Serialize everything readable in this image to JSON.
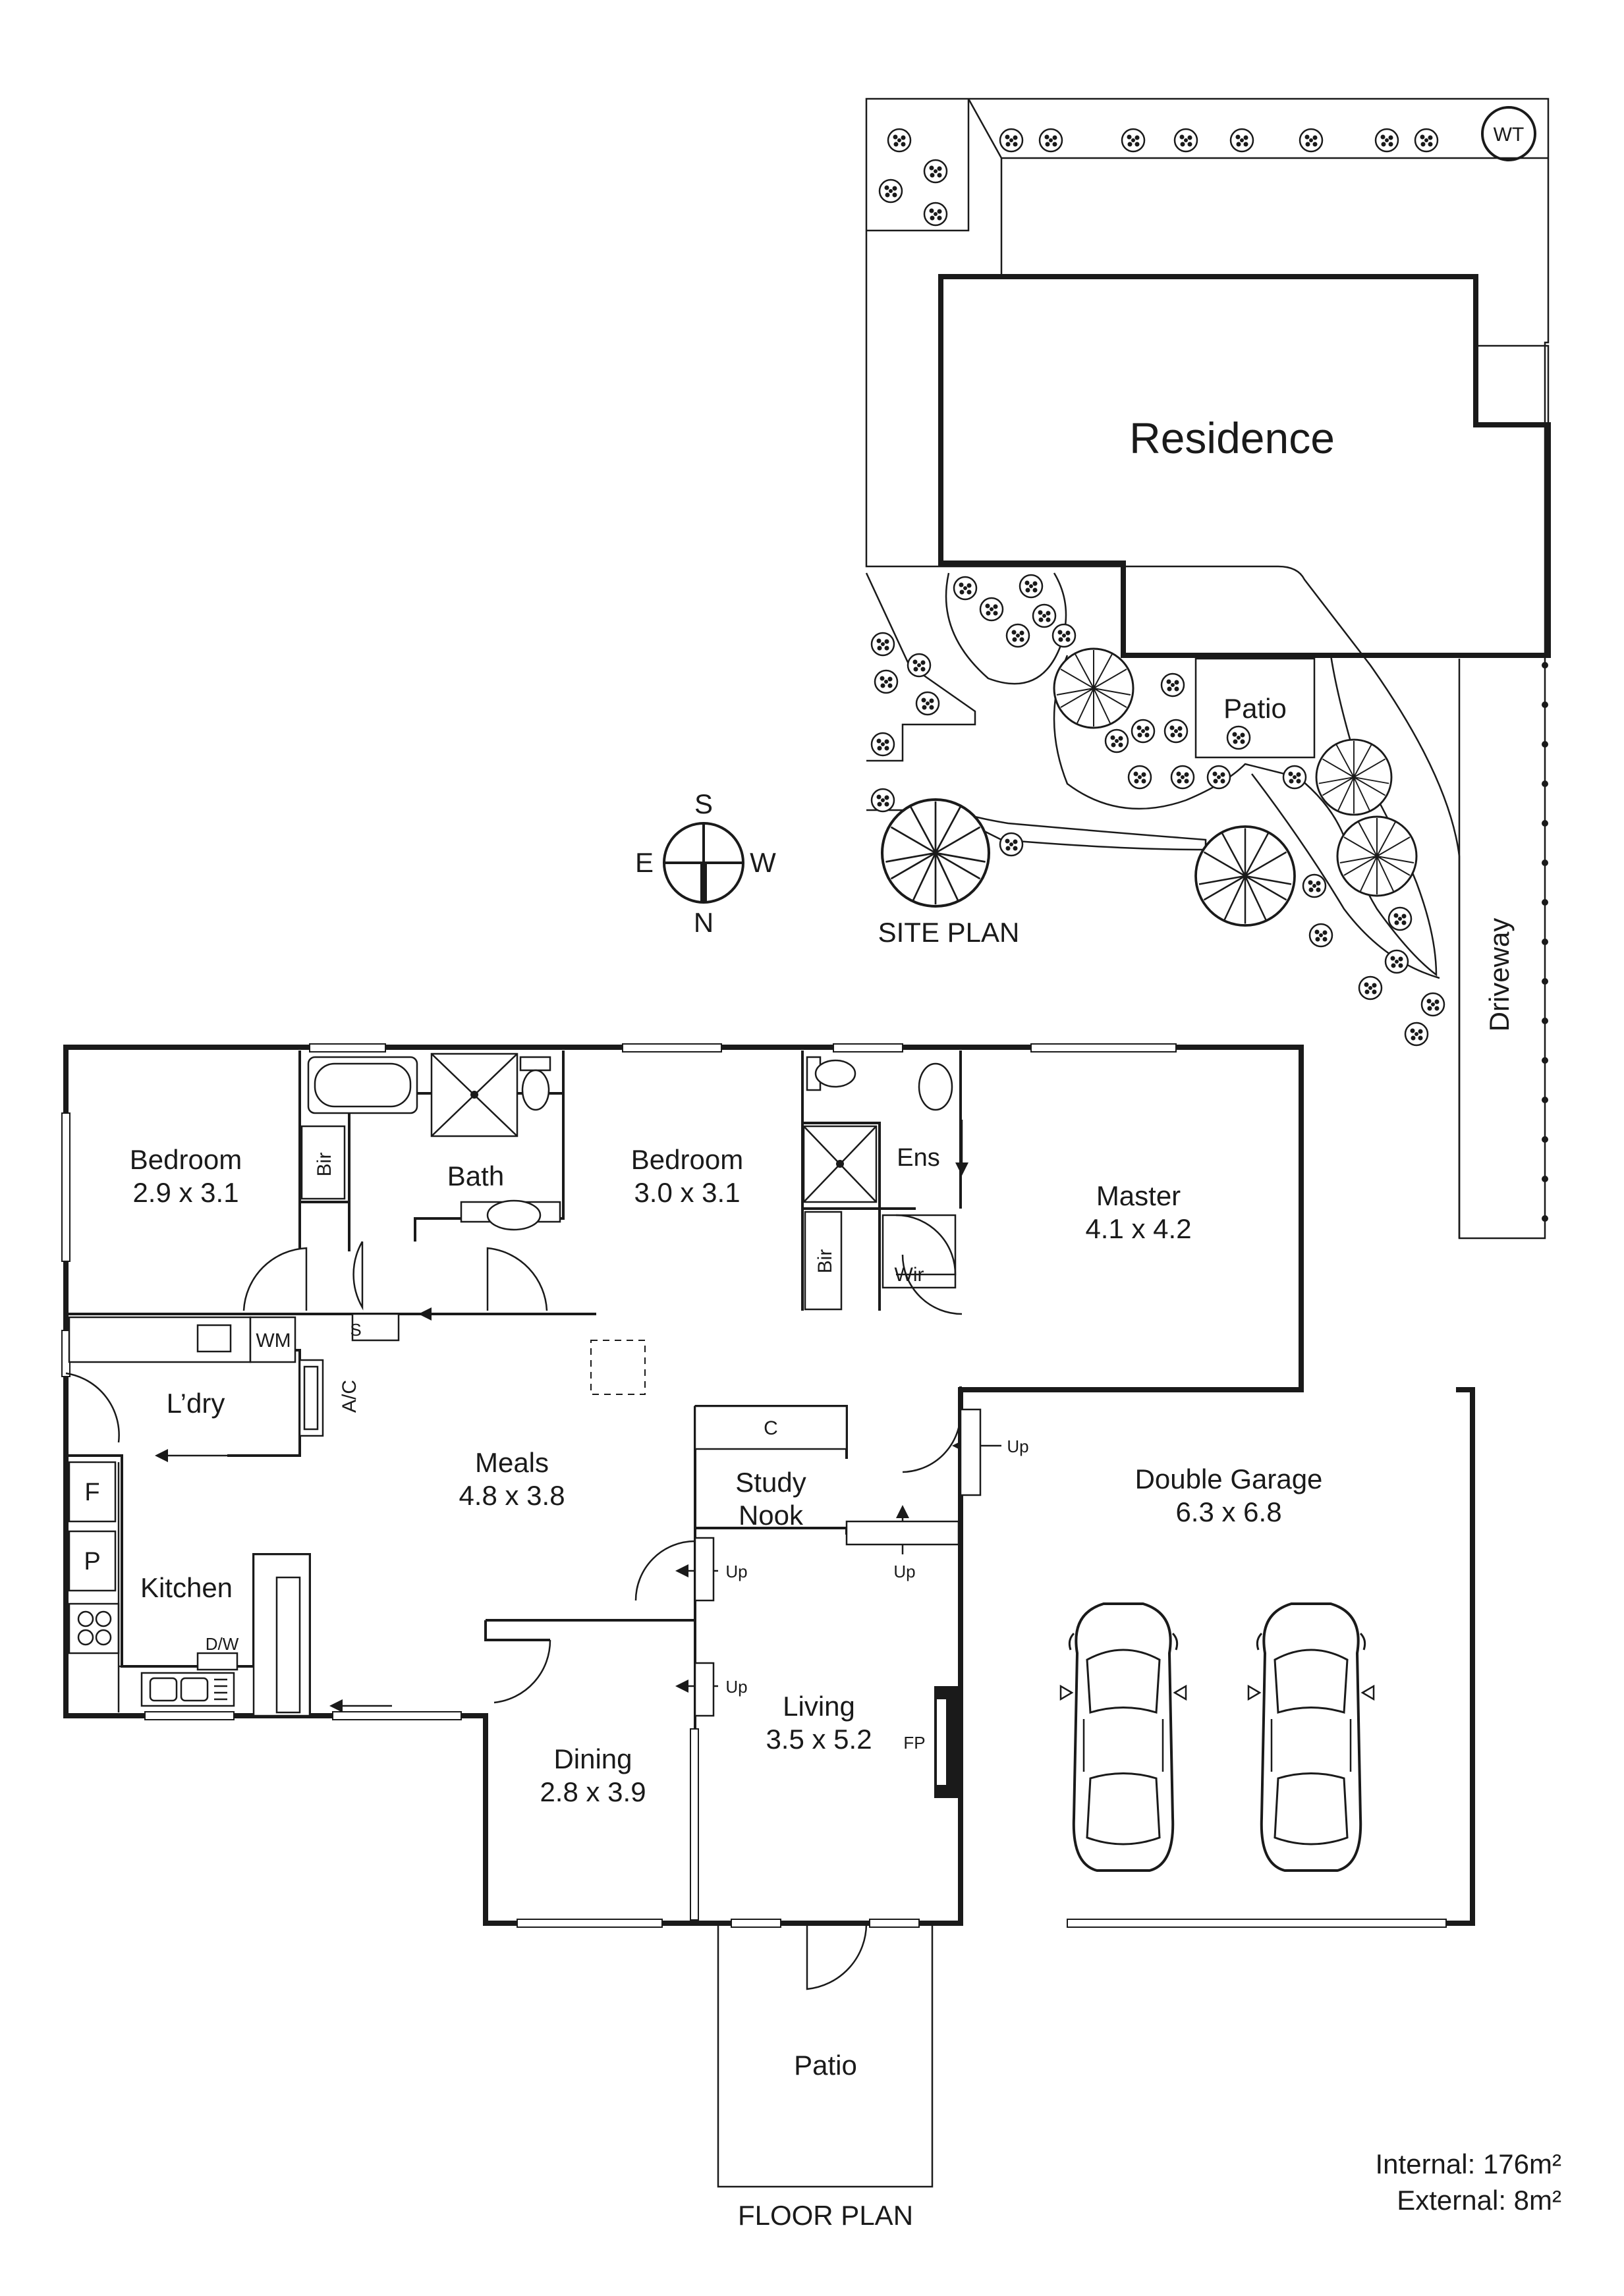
{
  "site_plan": {
    "title": "SITE PLAN",
    "residence_label": "Residence",
    "patio_label": "Patio",
    "driveway_label": "Driveway",
    "water_tank_label": "WT"
  },
  "compass": {
    "north": "N",
    "south": "S",
    "east": "E",
    "west": "W"
  },
  "floor_plan": {
    "title": "FLOOR PLAN",
    "rooms": {
      "bedroom2": {
        "name": "Bedroom",
        "size": "2.9 x 3.1"
      },
      "bedroom3": {
        "name": "Bedroom",
        "size": "3.0 x 3.1"
      },
      "bath": {
        "name": "Bath"
      },
      "ensuite": {
        "name": "Ens"
      },
      "master": {
        "name": "Master",
        "size": "4.1 x 4.2"
      },
      "laundry": {
        "name": "L’dry"
      },
      "meals": {
        "name": "Meals",
        "size": "4.8 x 3.8"
      },
      "kitchen": {
        "name": "Kitchen"
      },
      "study": {
        "name_line1": "Study",
        "name_line2": "Nook"
      },
      "living": {
        "name": "Living",
        "size": "3.5 x 5.2"
      },
      "dining": {
        "name": "Dining",
        "size": "2.8 x 3.9"
      },
      "garage": {
        "name": "Double Garage",
        "size": "6.3 x 6.8"
      },
      "patio": {
        "name": "Patio"
      }
    },
    "fixtures": {
      "bir": "Bir",
      "wir": "Wir",
      "wm": "WM",
      "s": "S",
      "ac": "A/C",
      "c": "C",
      "fridge": "F",
      "pantry": "P",
      "dw": "D/W",
      "fp": "FP",
      "up": "Up"
    }
  },
  "areas": {
    "internal": "Internal: 176m²",
    "external": "External: 8m²"
  }
}
